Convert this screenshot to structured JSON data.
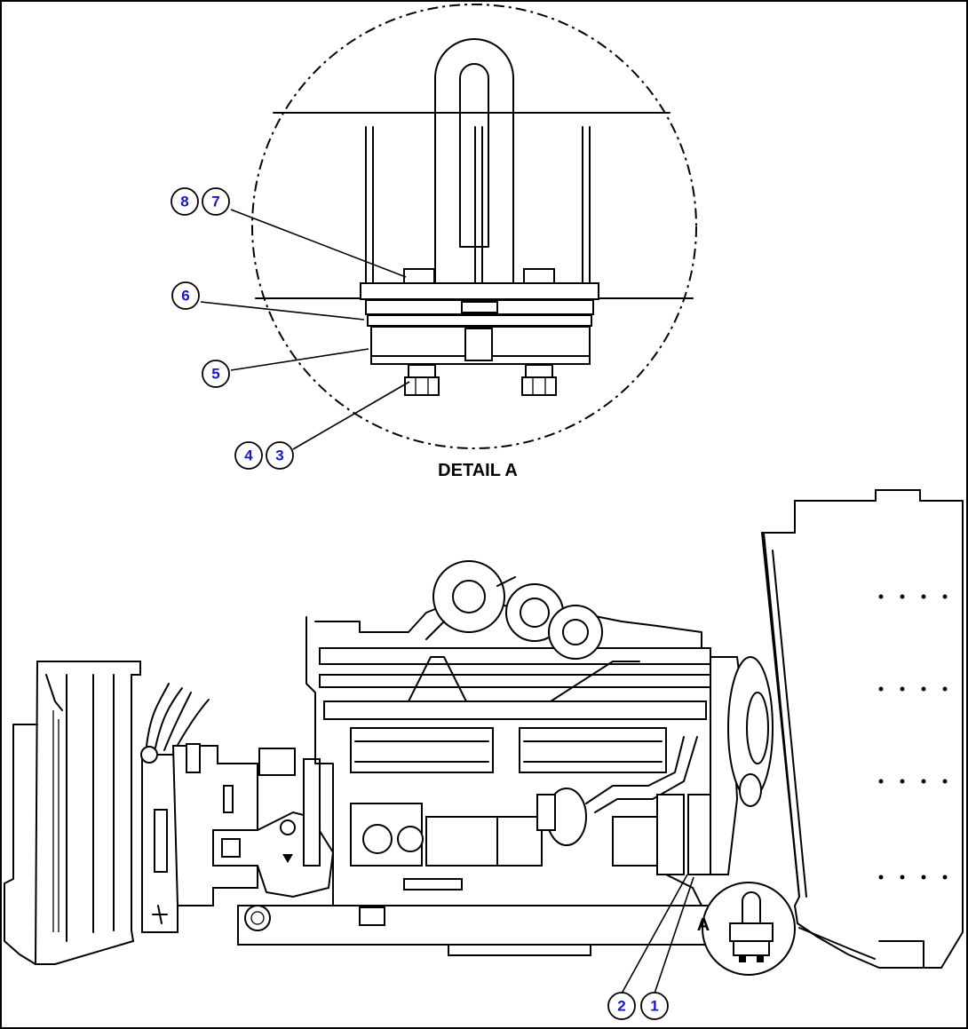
{
  "detail": {
    "title": "DETAIL A",
    "marker": "A"
  },
  "callouts": {
    "c1": "1",
    "c2": "2",
    "c3": "3",
    "c4": "4",
    "c5": "5",
    "c6": "6",
    "c7": "7",
    "c8": "8"
  },
  "colors": {
    "callout_text": "#1515d0",
    "line": "#000000",
    "background": "#ffffff"
  }
}
